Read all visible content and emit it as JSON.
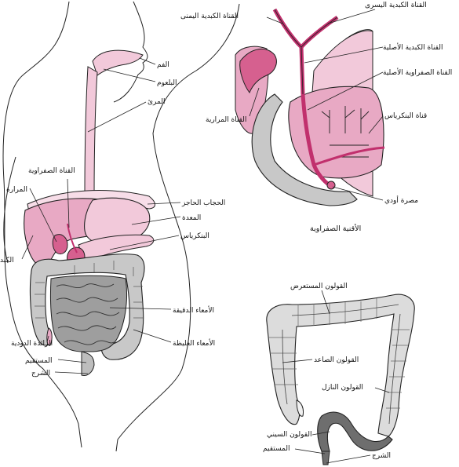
{
  "panels": {
    "digestive_system": {
      "labels": {
        "mouth": "الفم",
        "pharynx": "البلعوم",
        "esophagus": "المرئ",
        "bile_duct": "القناة الصفراوية",
        "gallbladder": "المرارة",
        "liver": "الكبد",
        "diaphragm": "الحجاب الحاجز",
        "stomach": "المعدة",
        "pancreas": "البنكرياس",
        "small_intestine": "الأمعاء الدقيقة",
        "large_intestine": "الأمعاء الغليظة",
        "appendix": "الزائدة الدودية",
        "rectum": "المستقيم",
        "anus": "الشرج"
      }
    },
    "bile_ducts": {
      "title": "الأقنية الصفراوية",
      "labels": {
        "left_hepatic_duct": "القناة الكبدية اليسرى",
        "right_hepatic_duct": "القناة الكبدية اليمنى",
        "common_hepatic_duct": "القناة الكبدية الأصلية",
        "common_bile_duct": "القناة الصفراوية الأصلية",
        "cystic_duct": "القناة المرارية",
        "pancreatic_duct": "قناة البنكرياس",
        "sphincter_of_oddi": "مصرة أودي"
      }
    },
    "colon": {
      "labels": {
        "transverse_colon": "القولون المستعرض",
        "ascending_colon": "القولون الصاعد",
        "descending_colon": "القولون النازل",
        "sigmoid_colon": "القولون السيني",
        "rectum": "المستقيم",
        "anus": "الشرج"
      }
    }
  },
  "colors": {
    "outline": "#222222",
    "liver_pink": "#e8a9c4",
    "organ_pink": "#f2c9da",
    "deep_pink": "#d6608f",
    "intestine_gray": "#bdbdbd",
    "colon_light": "#dcdcdc",
    "colon_dark": "#6e6e6e"
  }
}
